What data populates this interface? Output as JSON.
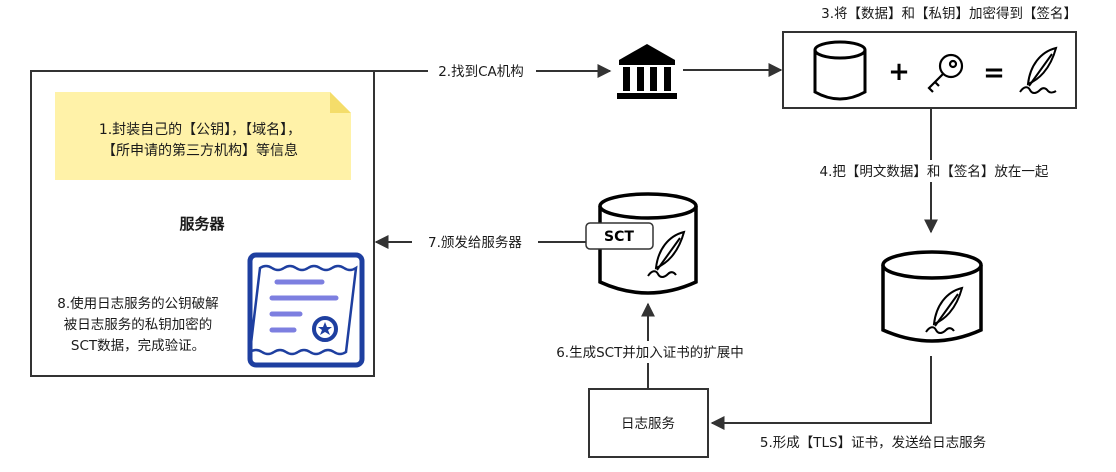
{
  "server": {
    "title": "服务器",
    "note_line1": "1.封装自己的【公钥】，【域名】，",
    "note_line2": "【所申请的第三方机构】等信息",
    "verify_line1": "8.使用日志服务的公钥破解",
    "verify_line2": "被日志服务的私钥加密的",
    "verify_line3": "SCT数据，完成验证。"
  },
  "steps": {
    "s2": "2.找到CA机构",
    "s3": "3.将【数据】和【私钥】加密得到【签名】",
    "s4": "4.把【明文数据】和【签名】放在一起",
    "s5": "5.形成【TLS】证书，发送给日志服务",
    "s6": "6.生成SCT并加入证书的扩展中",
    "s7": "7.颁发给服务器"
  },
  "log_service": {
    "label": "日志服务"
  },
  "sct_badge": "SCT",
  "equation": {
    "plus": "+",
    "equals": "="
  },
  "colors": {
    "stroke": "#333333",
    "note_fill": "#fff2a8",
    "note_fold": "#f4dd6a",
    "cert_blue": "#1e3fa0",
    "cert_light": "#7d7fe0"
  },
  "icons": [
    "bank-icon",
    "database-icon",
    "key-icon",
    "signature-feather-icon",
    "certificate-icon"
  ]
}
